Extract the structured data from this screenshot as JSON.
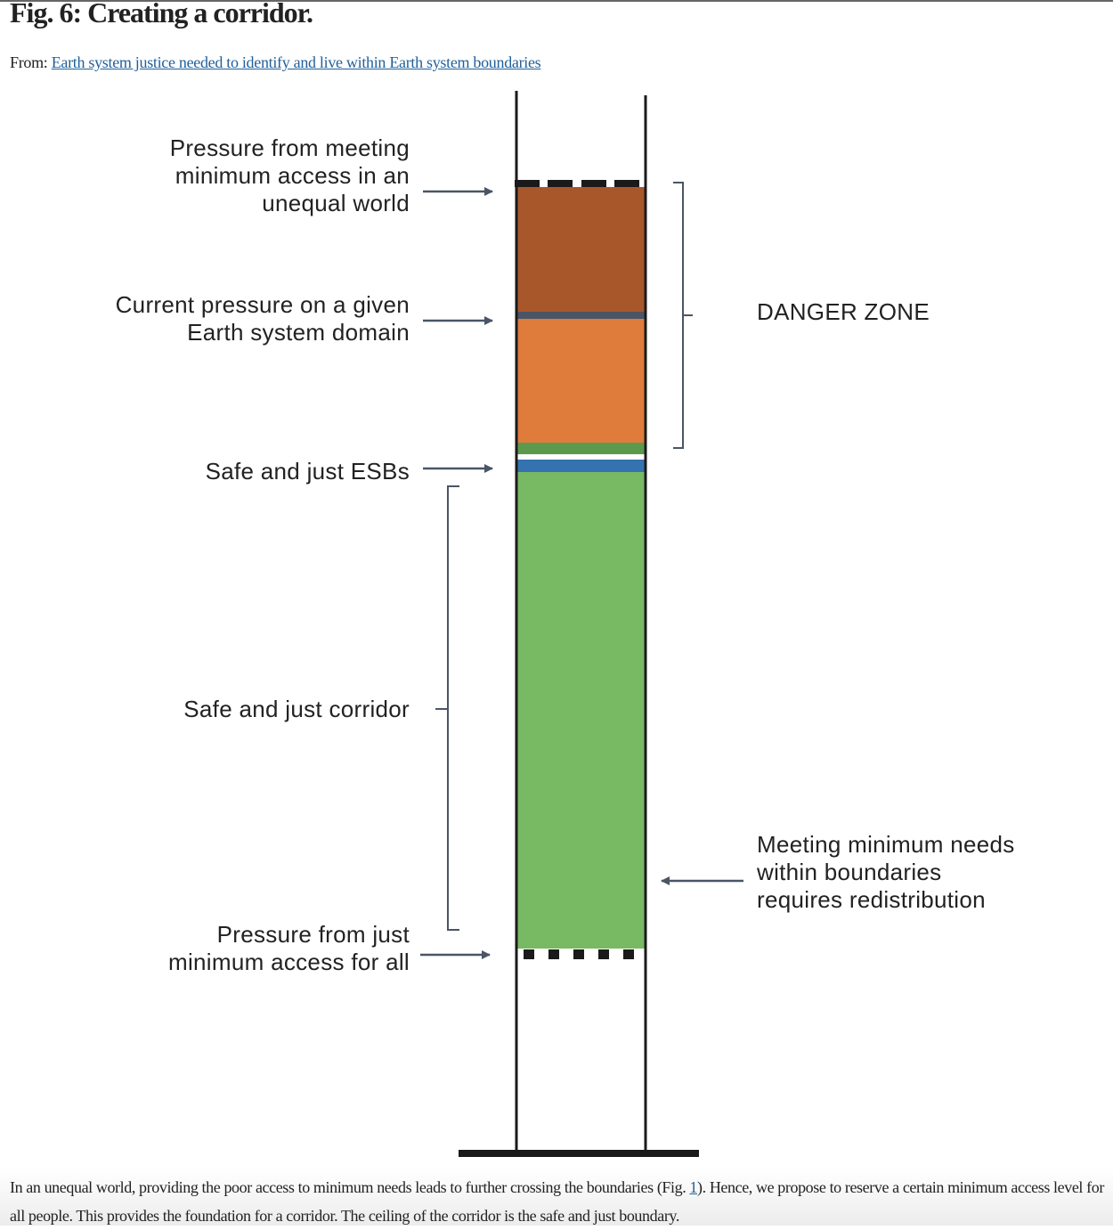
{
  "header": {
    "title": "Fig. 6: Creating a corridor.",
    "from_label": "From:",
    "source_link": "Earth system justice needed to identify and live within Earth system boundaries"
  },
  "labels": {
    "pressure_unequal": [
      "Pressure from meeting",
      "minimum access in an",
      "unequal world"
    ],
    "current_pressure": [
      "Current pressure on a given",
      "Earth system domain"
    ],
    "safe_just_esbs": "Safe and just ESBs",
    "corridor": "Safe and just corridor",
    "pressure_just": [
      "Pressure from just",
      "minimum access for all"
    ],
    "danger_zone": "DANGER ZONE",
    "redistribution": [
      "Meeting minimum needs",
      "within boundaries",
      "requires redistribution"
    ]
  },
  "colors": {
    "unequal_pressure": "#a8572b",
    "current_pressure": "#df7c3c",
    "esb_green": "#5b9a4c",
    "esb_blue": "#3572b0",
    "corridor": "#78b964",
    "marker": "#4a5566"
  },
  "caption": {
    "before": "In an unequal world, providing the poor access to minimum needs leads to further crossing the boundaries (Fig. ",
    "fig_link": "1",
    "after": "). Hence, we propose to reserve a certain minimum access level for all people. This provides the foundation for a corridor. The ceiling of the corridor is the safe and just boundary."
  }
}
